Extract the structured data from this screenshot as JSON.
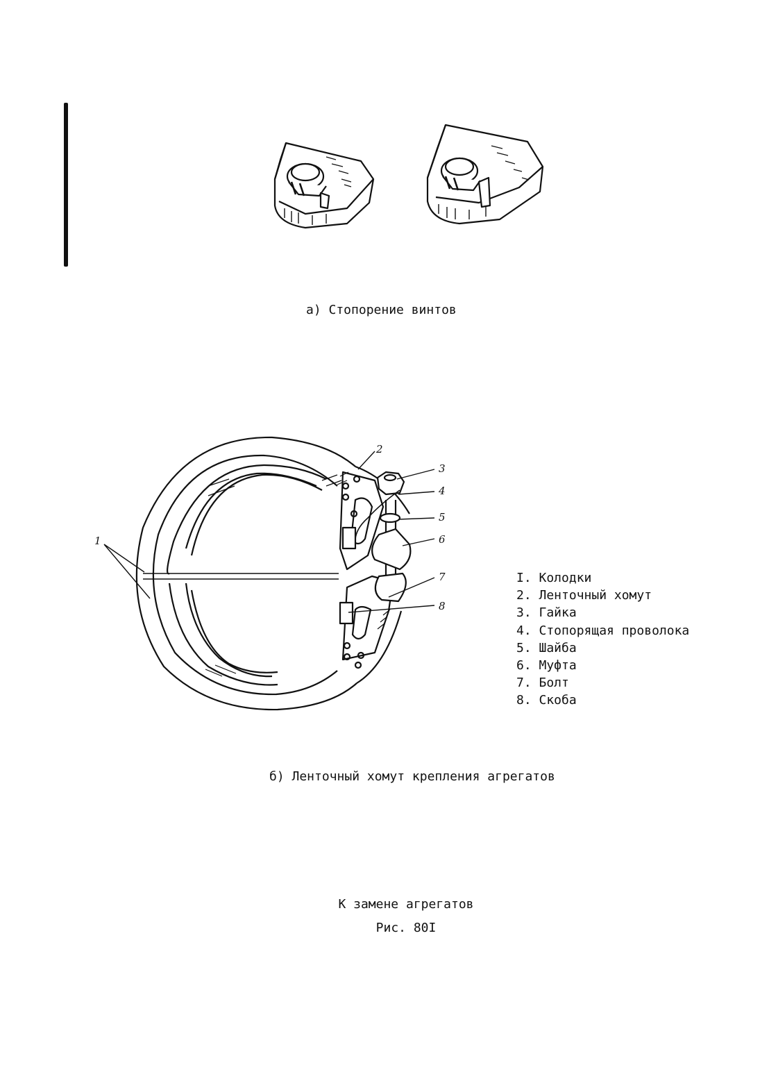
{
  "figure_a": {
    "caption": "а) Стопорение винтов"
  },
  "figure_b": {
    "caption": "б) Ленточный хомут крепления агрегатов",
    "callouts": [
      "1",
      "2",
      "3",
      "4",
      "5",
      "6",
      "7",
      "8"
    ],
    "legend": [
      "I. Колодки",
      "2. Ленточный хомут",
      "3. Гайка",
      "4. Стопорящая проволока",
      "5. Шайба",
      "6. Муфта",
      "7. Болт",
      "8. Скоба"
    ]
  },
  "footer": {
    "section": "К замене агрегатов",
    "figure_number": "Рис. 80I"
  }
}
